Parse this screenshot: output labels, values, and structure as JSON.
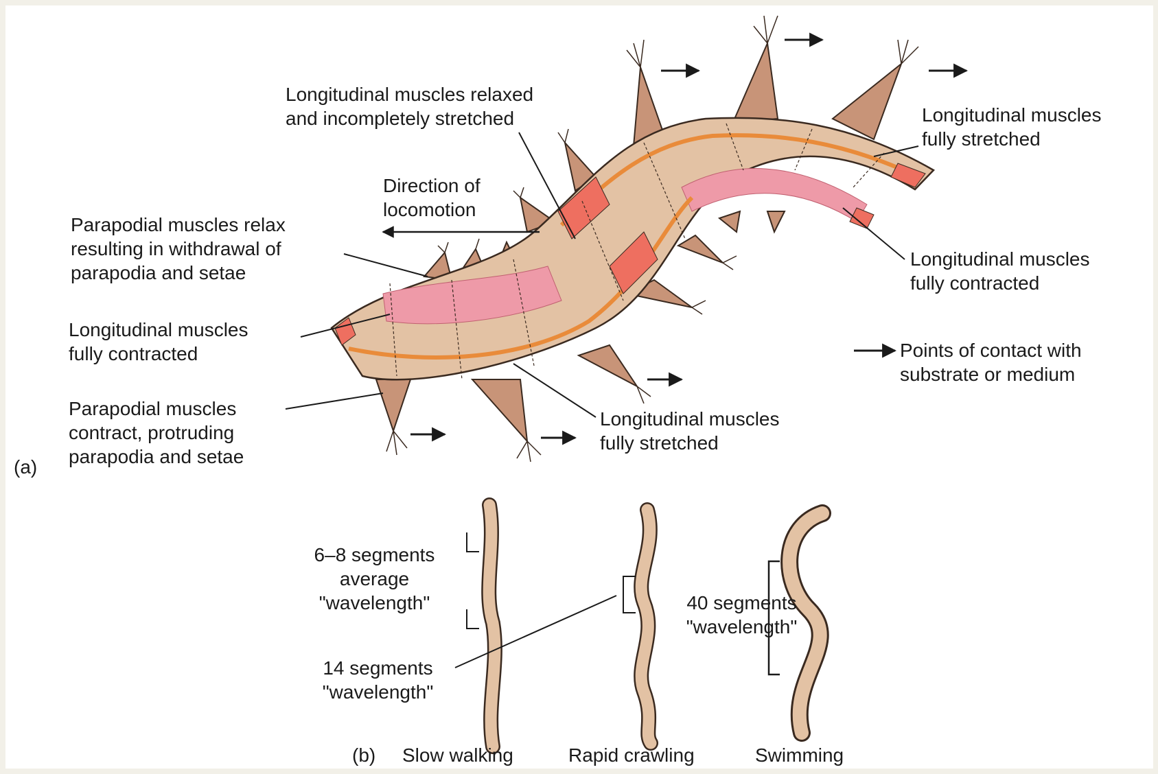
{
  "part_a": {
    "marker": "(a)",
    "labels": {
      "relaxed_stretched": [
        "Longitudinal muscles relaxed",
        "and incompletely stretched"
      ],
      "top_fully_stretched": [
        "Longitudinal muscles",
        "fully stretched"
      ],
      "direction": [
        "Direction of",
        "locomotion"
      ],
      "parapodial_relax": [
        "Parapodial muscles relax",
        "resulting in withdrawal of",
        "parapodia and setae"
      ],
      "right_fully_contracted": [
        "Longitudinal muscles",
        "fully contracted"
      ],
      "left_fully_contracted": [
        "Longitudinal muscles",
        "fully contracted"
      ],
      "contact_legend": [
        "Points of contact with",
        "substrate or medium"
      ],
      "parapodial_contract": [
        "Parapodial muscles",
        "contract, protruding",
        "parapodia and setae"
      ],
      "bottom_fully_stretched": [
        "Longitudinal muscles",
        "fully stretched"
      ]
    }
  },
  "part_b": {
    "marker": "(b)",
    "labels": {
      "six_eight": [
        "6–8 segments",
        "average",
        "\"wavelength\""
      ],
      "fourteen": [
        "14 segments",
        "\"wavelength\""
      ],
      "forty": [
        "40 segments",
        "\"wavelength\""
      ]
    },
    "captions": {
      "slow_walking": "Slow walking",
      "rapid_crawling": "Rapid crawling",
      "swimming": "Swimming"
    }
  },
  "colors": {
    "body": "#e3c2a4",
    "contracted_band": "#ee9aa8",
    "stretched_band": "#e98b3a",
    "segment_highlight": "#ee6f60",
    "parapodium": "#c89478",
    "outline": "#3a2a20"
  }
}
